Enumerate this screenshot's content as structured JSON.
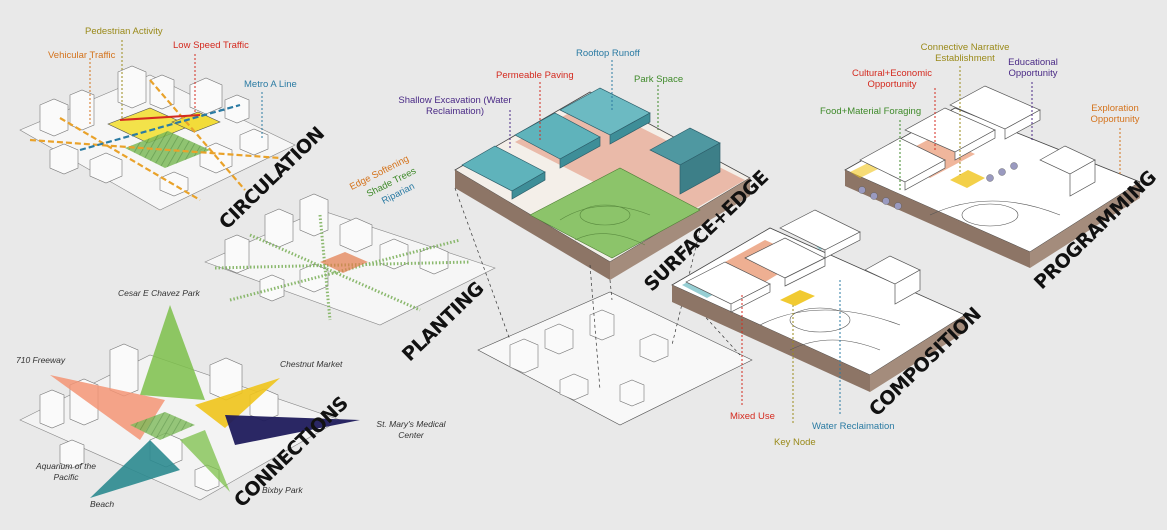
{
  "colors": {
    "orange": "#d4731c",
    "olive": "#9a8a1a",
    "red": "#d42a1f",
    "blue": "#2b7ba3",
    "purple": "#4a2a86",
    "green": "#3f8a2a",
    "teal": "#4fa9b3",
    "yellow": "#f0c41b",
    "salmon": "#f39474",
    "navy": "#1f1b5c",
    "earth": "#8d7566"
  },
  "circulation": {
    "title": "CIRCULATION",
    "labels": {
      "vehicular": "Vehicular Traffic",
      "pedestrian": "Pedestrian Activity",
      "low_speed": "Low Speed Traffic",
      "metro": "Metro A Line"
    }
  },
  "planting": {
    "title": "PLANTING",
    "labels": {
      "edge": "Edge Softening",
      "shade": "Shade Trees",
      "riparian": "Riparian"
    }
  },
  "connections": {
    "title": "CONNECTIONS",
    "labels": {
      "cesar": "Cesar E Chavez Park",
      "freeway": "710 Freeway",
      "chestnut": "Chestnut Market",
      "stmarys": "St. Mary's Medical Center",
      "aquarium": "Aquarium of the Pacific",
      "beach": "Beach",
      "bixby": "Bixby Park"
    }
  },
  "surface_edge": {
    "title": "SURFACE+EDGE",
    "labels": {
      "shallow": "Shallow Excavation (Water Reclaimation)",
      "permeable": "Permeable Paving",
      "rooftop": "Rooftop Runoff",
      "park": "Park Space"
    }
  },
  "composition": {
    "title": "COMPOSITION",
    "labels": {
      "mixed": "Mixed Use",
      "keynode": "Key Node",
      "water": "Water Reclaimation"
    }
  },
  "programming": {
    "title": "PROGRAMMING",
    "labels": {
      "connective": "Connective Narrative Establishment",
      "cultural": "Cultural+Economic Opportunity",
      "educational": "Educational Opportunity",
      "food": "Food+Material Foraging",
      "exploration": "Exploration Opportunity"
    }
  }
}
